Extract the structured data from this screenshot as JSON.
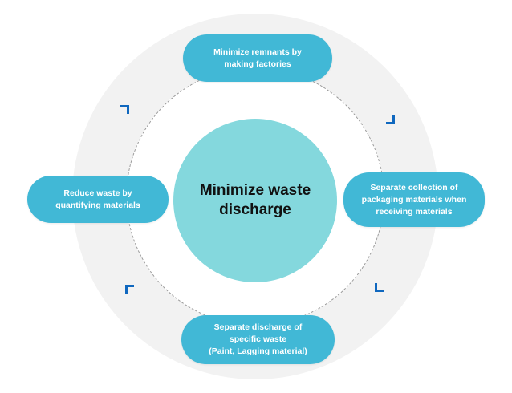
{
  "diagram": {
    "center": {
      "title": "Minimize waste discharge",
      "color": "#84d8dd"
    },
    "nodes": [
      {
        "id": "top",
        "lines": [
          "Minimize remnants by",
          "making factories"
        ]
      },
      {
        "id": "right",
        "lines": [
          "Separate collection of",
          "packaging materials when",
          "receiving materials"
        ]
      },
      {
        "id": "bottom",
        "lines": [
          "Separate discharge of",
          "specific waste",
          "(Paint, Lagging material)"
        ]
      },
      {
        "id": "left",
        "lines": [
          "Reduce waste by",
          "quantifying materials"
        ]
      }
    ],
    "flow_direction": "clockwise",
    "arrow_icons": [
      "corner-arrow-icon",
      "corner-arrow-icon",
      "corner-arrow-icon",
      "corner-arrow-icon"
    ],
    "colors": {
      "node_fill": "#41b8d6",
      "node_text": "#ffffff",
      "outer_ring": "#f2f2f2",
      "arrow": "#1068bf",
      "dashed_path": "#9a9a9a"
    }
  }
}
